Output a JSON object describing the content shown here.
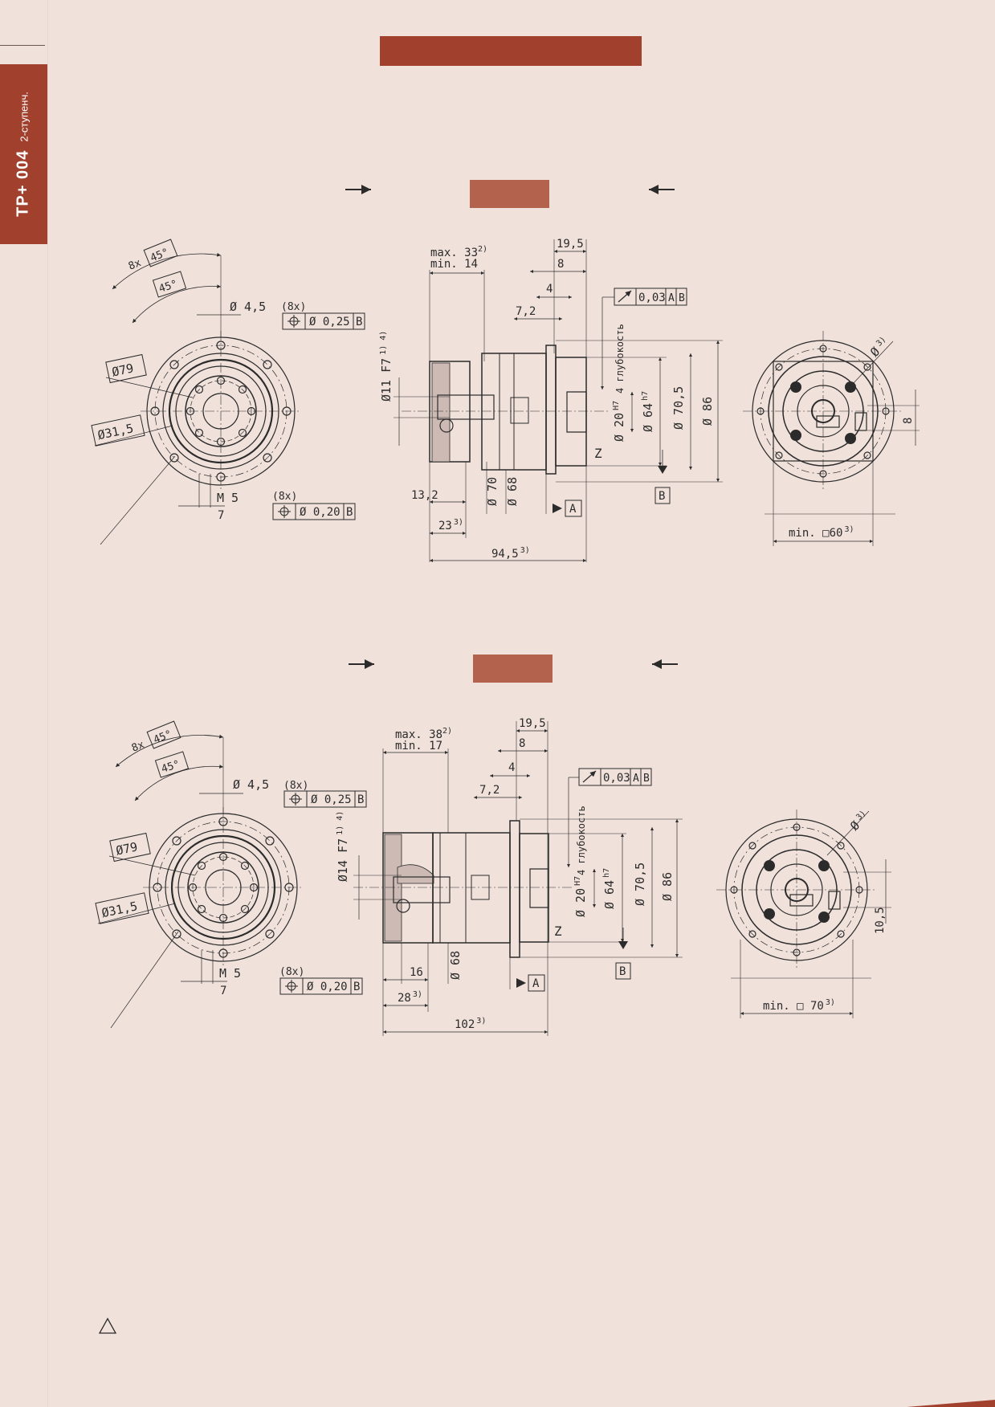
{
  "side_tab": {
    "product": "TP+ 004",
    "stage": "2-ступенч."
  },
  "colors": {
    "accent": "#a2402e",
    "section_bar": "#b3634d",
    "background": "#f0e1db",
    "line": "#2b2b2b"
  },
  "drawing_1": {
    "front": {
      "angle_count": "8x",
      "angle_a": "45°",
      "angle_b": "45°",
      "hole_dia": "Ø 4,5",
      "hole_count": "(8x)",
      "hole_tol": "Ø 0,25",
      "hole_datum": "B",
      "pcd": "Ø79",
      "bore": "Ø31,5",
      "thread": "M 5",
      "thread_depth": "7",
      "thread_count": "(8x)",
      "thread_tol": "Ø 0,20",
      "thread_datum": "B"
    },
    "side": {
      "max_len": "max. 33",
      "max_len_note": "2)",
      "min_len": "min. 14",
      "d_19_5": "19,5",
      "d_8": "8",
      "d_4": "4",
      "d_7_2": "7,2",
      "runout_tol": "0,03",
      "runout_a": "A",
      "runout_b": "B",
      "shaft_dia": "Ø11 F7",
      "shaft_note": "1) 4)",
      "depth_text": "4 глубокость",
      "d_20": "Ø 20",
      "d_20_fit": "H7",
      "d_64": "Ø 64",
      "d_64_fit": "h7",
      "d_70_5": "Ø 70,5",
      "d_86": "Ø 86",
      "z_label": "Z",
      "d_70": "Ø 70",
      "d_68": "Ø 68",
      "d_13_2": "13,2",
      "d_23": "23",
      "d_23_note": "3)",
      "datum_a": "A",
      "datum_b": "B",
      "total_len": "94,5",
      "total_len_note": "3)"
    },
    "rear": {
      "dia_label": "Ø",
      "dia_note": "3)",
      "key_width": "8",
      "min_square": "min. □60",
      "min_square_note": "3)"
    }
  },
  "drawing_2": {
    "front": {
      "angle_count": "8x",
      "angle_a": "45°",
      "angle_b": "45°",
      "hole_dia": "Ø 4,5",
      "hole_count": "(8x)",
      "hole_tol": "Ø 0,25",
      "hole_datum": "B",
      "pcd": "Ø79",
      "bore": "Ø31,5",
      "thread": "M 5",
      "thread_depth": "7",
      "thread_count": "(8x)",
      "thread_tol": "Ø 0,20",
      "thread_datum": "B"
    },
    "side": {
      "max_len": "max. 38",
      "max_len_note": "2)",
      "min_len": "min. 17",
      "d_19_5": "19,5",
      "d_8": "8",
      "d_4": "4",
      "d_7_2": "7,2",
      "runout_tol": "0,03",
      "runout_a": "A",
      "runout_b": "B",
      "shaft_dia": "Ø14 F7",
      "shaft_note": "1) 4)",
      "depth_text": "4 глубокость",
      "d_20": "Ø 20",
      "d_20_fit": "H7",
      "d_64": "Ø 64",
      "d_64_fit": "h7",
      "d_70_5": "Ø 70,5",
      "d_86": "Ø 86",
      "z_label": "Z",
      "d_68": "Ø 68",
      "d_16": "16",
      "d_28": "28",
      "d_28_note": "3)",
      "datum_a": "A",
      "datum_b": "B",
      "total_len": "102",
      "total_len_note": "3)"
    },
    "rear": {
      "dia_label": "Ø",
      "dia_note": "3)",
      "key_width": "10,5",
      "min_square": "min. □ 70",
      "min_square_note": "3)"
    }
  }
}
